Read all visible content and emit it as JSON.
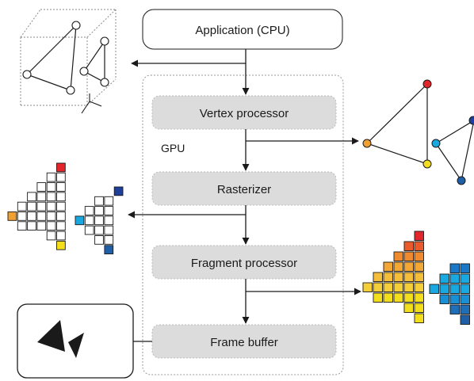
{
  "application_label": "Application (CPU)",
  "gpu_label": "GPU",
  "stages": {
    "vertex": "Vertex processor",
    "rasterizer": "Rasterizer",
    "fragment": "Fragment processor",
    "framebuffer": "Frame buffer"
  },
  "colors": {
    "stage_fill": "#dcdcdc",
    "line": "#1a1a1a",
    "red": "#e3262b",
    "yellow": "#f2de1a",
    "orange": "#f0a030",
    "cyan": "#1aa8e0",
    "navy": "#1f3f9c",
    "blue": "#1f5fa8"
  }
}
